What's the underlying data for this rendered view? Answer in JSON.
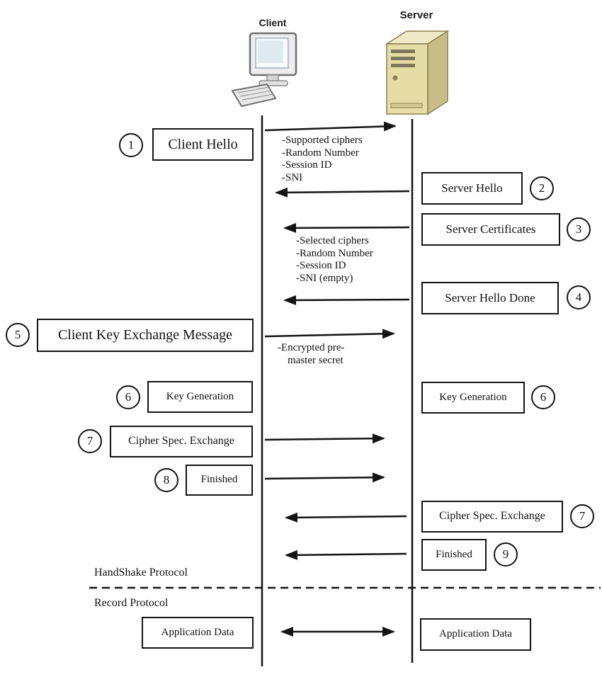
{
  "actors": {
    "client": {
      "label": "Client"
    },
    "server": {
      "label": "Server"
    }
  },
  "boxes": {
    "client_hello": {
      "num": "1",
      "label": "Client Hello"
    },
    "server_hello": {
      "num": "2",
      "label": "Server Hello"
    },
    "server_certificates": {
      "num": "3",
      "label": "Server Certificates"
    },
    "server_hello_done": {
      "num": "4",
      "label": "Server Hello Done"
    },
    "client_key_exchange": {
      "num": "5",
      "label": "Client Key Exchange Message"
    },
    "key_generation_client": {
      "num": "6",
      "label": "Key Generation"
    },
    "key_generation_server": {
      "num": "6",
      "label": "Key Generation"
    },
    "cipher_spec_exchange_client": {
      "num": "7",
      "label": "Cipher Spec. Exchange"
    },
    "finished_client": {
      "num": "8",
      "label": "Finished"
    },
    "cipher_spec_exchange_server": {
      "num": "7",
      "label": "Cipher Spec. Exchange"
    },
    "finished_server": {
      "num": "9",
      "label": "Finished"
    },
    "application_data_client": {
      "label": "Application Data"
    },
    "application_data_server": {
      "label": "Application Data"
    }
  },
  "annotations": {
    "client_hello_params": {
      "lines": [
        "-Supported ciphers",
        "-Random Number",
        "-Session ID",
        "-SNI"
      ]
    },
    "server_hello_params": {
      "lines": [
        "-Selected ciphers",
        "-Random Number",
        "-Session ID",
        "-SNI (empty)"
      ]
    },
    "key_exchange_params": {
      "lines": [
        "-Encrypted pre-",
        "master secret"
      ]
    }
  },
  "sections": {
    "handshake_label": "HandShake Protocol",
    "record_label": "Record Protocol"
  },
  "colors": {
    "line": "#141414",
    "server_front": "#e6dca6",
    "server_top": "#f0e9c8",
    "server_side": "#c9bd87"
  }
}
